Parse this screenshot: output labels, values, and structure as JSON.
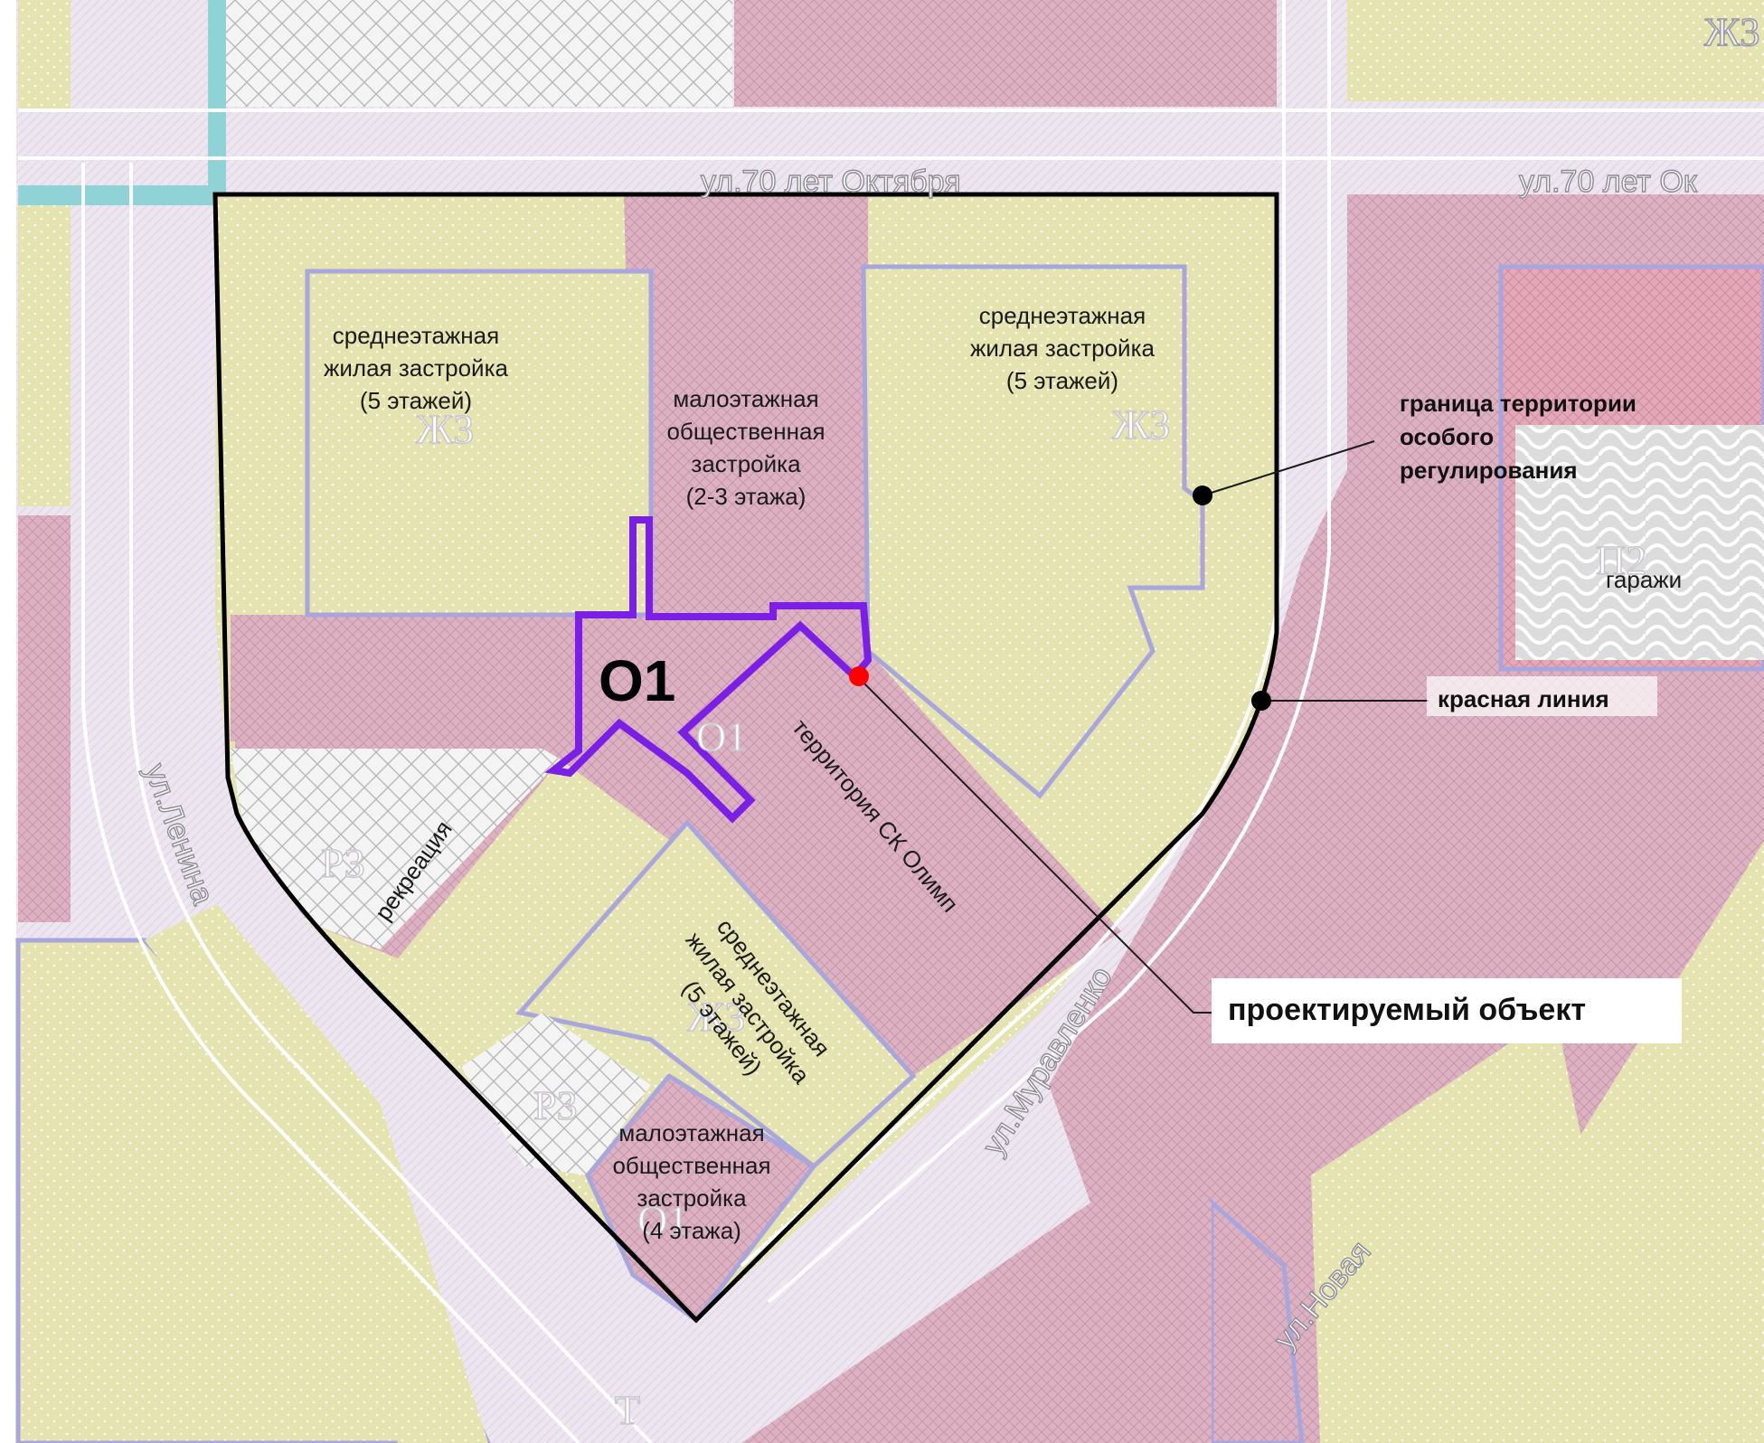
{
  "zone_codes": {
    "zh3_nw": "Ж3",
    "zh3_ne": "Ж3",
    "zh3_topright": "Ж3",
    "zh3_south": "Ж3",
    "o1_center": "О1",
    "o1_south": "О1",
    "r3_west": "Р3",
    "r3_south": "Р3",
    "p2": "П2",
    "t": "Т"
  },
  "zone_labels": {
    "nw": [
      "среднеэтажная",
      "жилая застройка",
      "(5 этажей)"
    ],
    "ne": [
      "среднеэтажная",
      "жилая застройка",
      "(5 этажей)"
    ],
    "center": [
      "малоэтажная",
      "общественная",
      "застройка",
      "(2-3 этажа)"
    ],
    "south_res": [
      "среднеэтажная",
      "жилая застройка",
      "(5 этажей)"
    ],
    "south_pub": [
      "малоэтажная",
      "общественная",
      "застройка",
      "(4 этажа)"
    ],
    "recreation": "рекреация",
    "sk": "территория СК Олимп",
    "garages": "гаражи"
  },
  "streets": {
    "north_1": "ул.70 лет Октября",
    "north_2": "ул.70 лет Ок",
    "lenina": "ул.Ленина",
    "muravlenko": "ул.Муравленко",
    "novaya": "ул.Новая"
  },
  "callouts": {
    "special_zone": [
      "граница территории",
      "особого",
      "регулирования"
    ],
    "red_line": "красная линия",
    "project": "проектируемый объект"
  },
  "project_label": "О1",
  "colors": {
    "residential": "#e5e3b0",
    "public": "#dcb4c3",
    "road": "#eee7f1",
    "boundary": "#000000",
    "project_outline": "#7b1fe6",
    "project_point": "#ff0000",
    "zone_border": "#a9a5dd"
  }
}
